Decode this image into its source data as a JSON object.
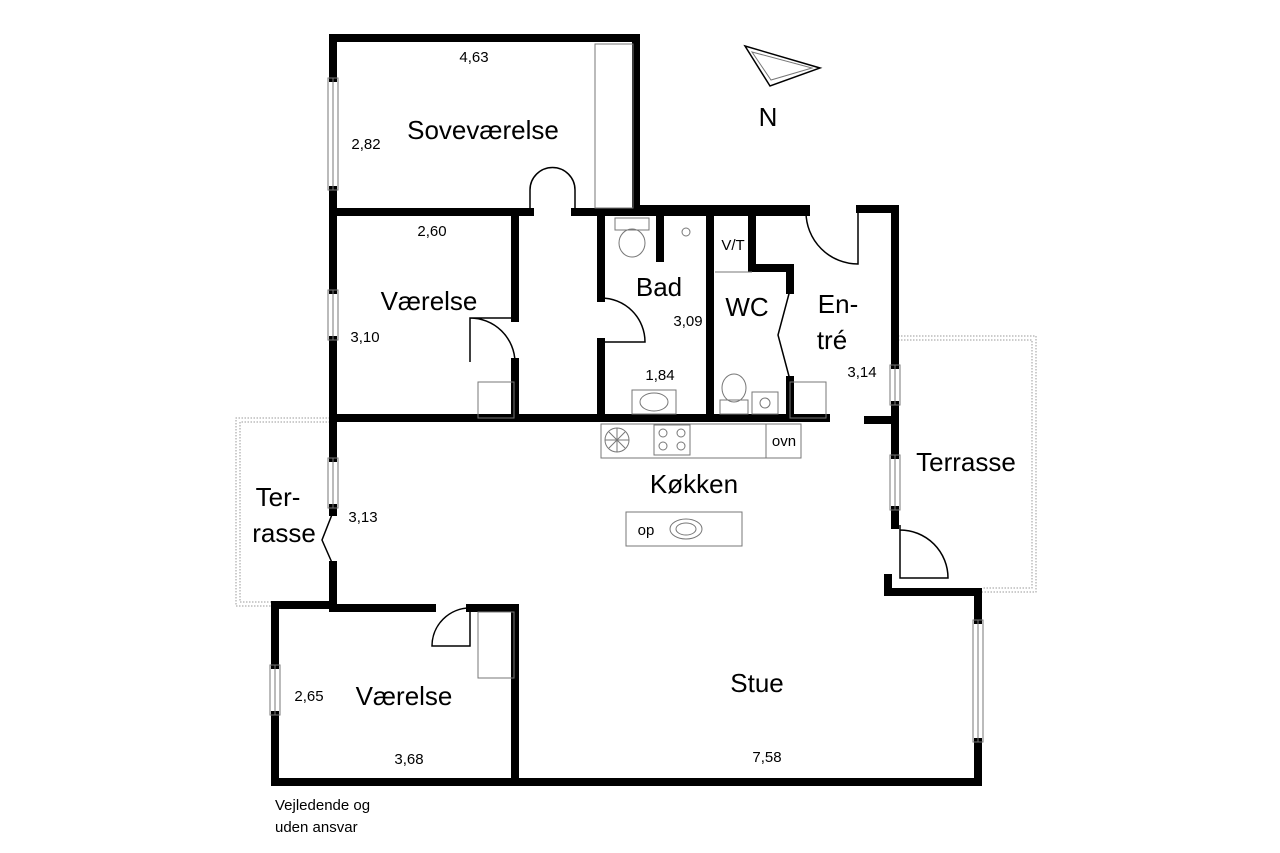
{
  "compass": {
    "label": "N"
  },
  "rooms": {
    "sovevaerelse": {
      "name": "Soveværelse",
      "dim_width": "4,63",
      "dim_depth": "2,82"
    },
    "vaerelse_upper": {
      "name": "Værelse",
      "dim_width": "2,60",
      "dim_depth": "3,10"
    },
    "bad": {
      "name": "Bad",
      "dim_width": "1,84",
      "dim_depth": "3,09"
    },
    "vt": {
      "name": "V/T"
    },
    "wc": {
      "name": "WC"
    },
    "entre": {
      "name_line1": "En-",
      "name_line2": "tré",
      "dim": "3,14"
    },
    "terrasse_right": {
      "name": "Terrasse"
    },
    "terrasse_left": {
      "name_line1": "Ter-",
      "name_line2": "rasse"
    },
    "kokken": {
      "name": "Køkken",
      "dim": "3,13",
      "oven_label": "ovn",
      "island_label": "op"
    },
    "vaerelse_lower": {
      "name": "Værelse",
      "dim_width": "3,68",
      "dim_depth": "2,65"
    },
    "stue": {
      "name": "Stue",
      "dim": "7,58"
    }
  },
  "disclaimer": {
    "line1": "Vejledende og",
    "line2": "uden ansvar"
  }
}
